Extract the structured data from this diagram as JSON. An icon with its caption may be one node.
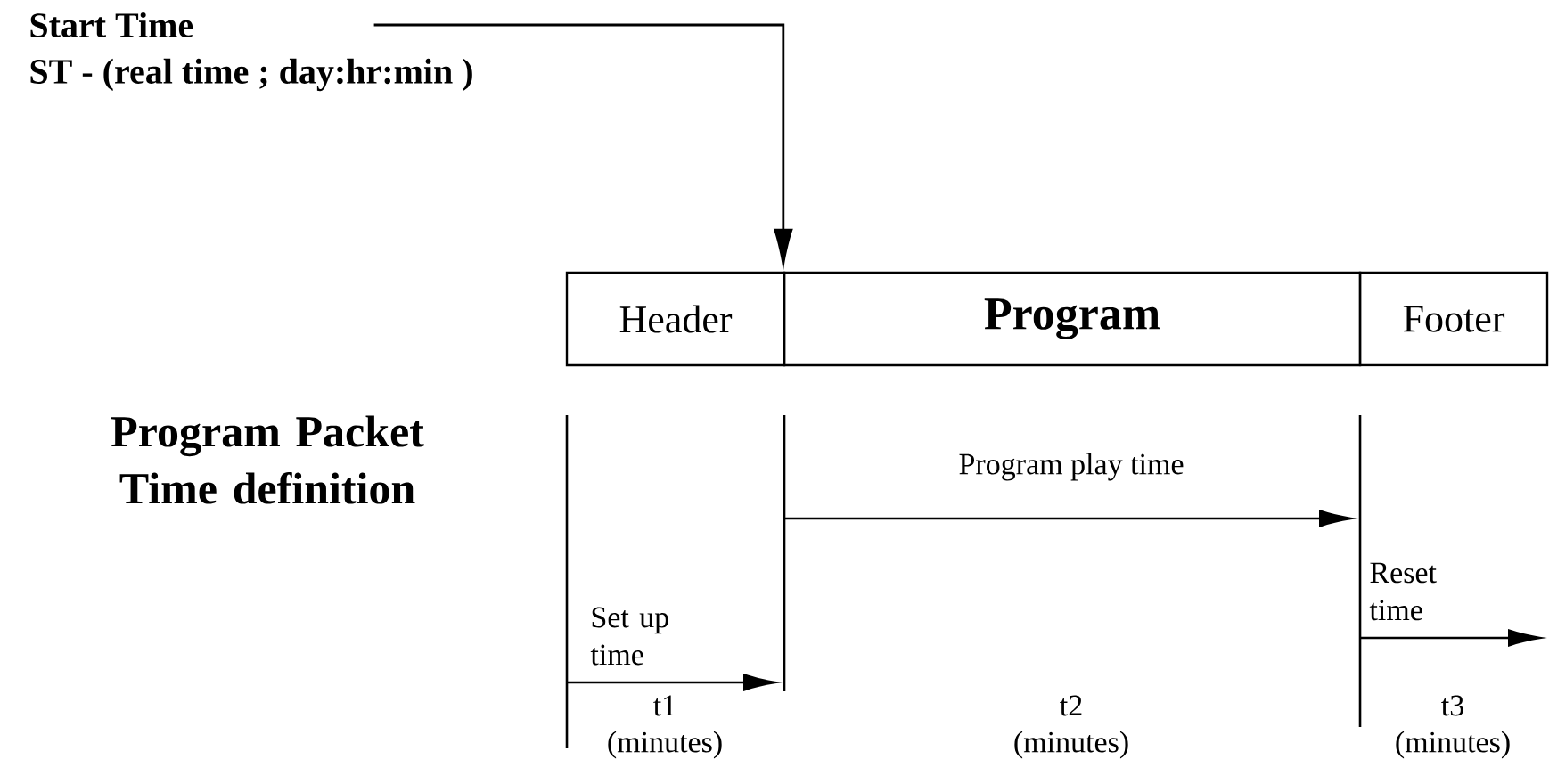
{
  "diagram": {
    "title": "Program Packet Time definition",
    "nodes": [
      {
        "text": [
          "Start Time"
        ],
        "beside": [
          "ST - (real time ; day:hr:min )"
        ]
      },
      {
        "text": [
          "Header"
        ]
      },
      {
        "text": [
          "Program"
        ]
      },
      {
        "text": [
          "Footer"
        ]
      }
    ],
    "edges": [
      {
        "from": 0,
        "to": 2,
        "arrow": "to"
      }
    ],
    "labels": [
      "Program play time",
      "Set up time",
      "Reset time",
      "t1",
      "(minutes)",
      "t2",
      "(minutes)",
      "t3",
      "(minutes)"
    ]
  }
}
